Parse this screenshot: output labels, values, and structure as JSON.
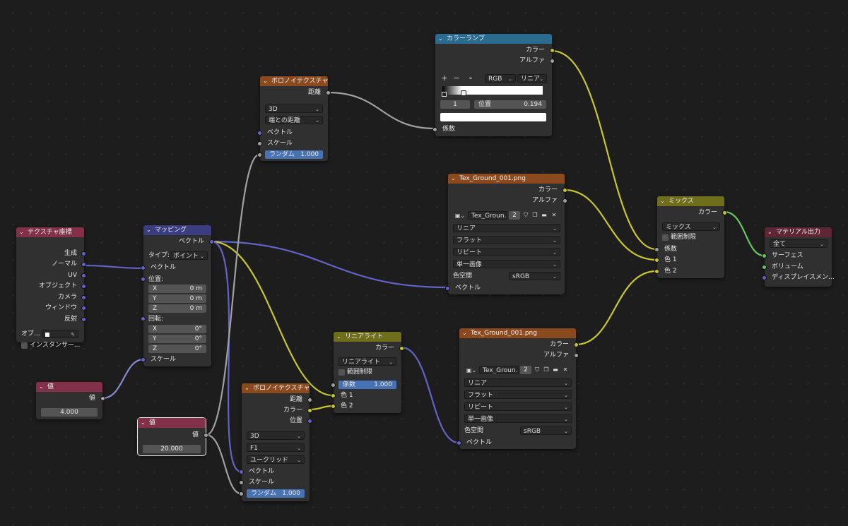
{
  "colors": {
    "input_header": "#83314a",
    "converter_header": "#3c3c83",
    "texture_header": "#8b4a1e",
    "color_header": "#6e6e1d",
    "output_header": "#5e2735",
    "ramp_header": "#2a6b8f",
    "link_yellow": "#c7c729",
    "link_gray": "#a1a1a1",
    "link_blue": "#6363c7",
    "link_green": "#63c763"
  },
  "texcoord": {
    "title": "テクスチャ座標",
    "outputs": [
      "生成",
      "ノーマル",
      "UV",
      "オブジェクト",
      "カメラ",
      "ウィンドウ",
      "反射"
    ],
    "object_label": "オブ...",
    "instancer_label": "インスタンサー..."
  },
  "value1": {
    "title": "値",
    "output": "値",
    "value": "4.000"
  },
  "value2": {
    "title": "値",
    "output": "値",
    "value": "20.000"
  },
  "mapping": {
    "title": "マッピング",
    "output": "ベクトル",
    "type_label": "タイプ:",
    "type_value": "ポイント",
    "vector": "ベクトル",
    "location": "位置:",
    "rotation": "回転:",
    "scale": "スケール",
    "loc": [
      {
        "axis": "X",
        "value": "0 m"
      },
      {
        "axis": "Y",
        "value": "0 m"
      },
      {
        "axis": "Z",
        "value": "0 m"
      }
    ],
    "rot": [
      {
        "axis": "X",
        "value": "0°"
      },
      {
        "axis": "Y",
        "value": "0°"
      },
      {
        "axis": "Z",
        "value": "0°"
      }
    ]
  },
  "voronoi1": {
    "title": "ボロノイテクスチャ",
    "output_distance": "距離",
    "dim": "3D",
    "feature": "端との距離",
    "vector": "ベクトル",
    "scale": "スケール",
    "random_label": "ランダム",
    "random_value": "1.000"
  },
  "voronoi2": {
    "title": "ボロノイテクスチャ",
    "output_distance": "距離",
    "output_color": "カラー",
    "output_position": "位置",
    "dim": "3D",
    "feature": "F1",
    "metric": "ユークリッド",
    "vector": "ベクトル",
    "scale": "スケール",
    "random_label": "ランダム",
    "random_value": "1.000"
  },
  "colorramp": {
    "title": "カラーランプ",
    "out_color": "カラー",
    "out_alpha": "アルファ",
    "add": "+",
    "remove": "−",
    "menu": "⌄",
    "mode": "RGB",
    "interp": "リニア",
    "index": "1",
    "pos_label": "位置",
    "pos_value": "0.194",
    "fac": "係数"
  },
  "image1": {
    "title": "Tex_Ground_001.png",
    "out_color": "カラー",
    "out_alpha": "アルファ",
    "image_name": "Tex_Groun...",
    "users": "2",
    "interp": "リニア",
    "proj": "フラット",
    "ext": "リピート",
    "source": "単一画像",
    "colorspace_label": "色空間",
    "colorspace": "sRGB",
    "vector": "ベクトル"
  },
  "image2": {
    "title": "Tex_Ground_001.png",
    "out_color": "カラー",
    "out_alpha": "アルファ",
    "image_name": "Tex_Groun...",
    "users": "2",
    "interp": "リニア",
    "proj": "フラット",
    "ext": "リピート",
    "source": "単一画像",
    "colorspace_label": "色空間",
    "colorspace": "sRGB",
    "vector": "ベクトル"
  },
  "linearlight": {
    "title": "リニアライト",
    "output": "カラー",
    "blend": "リニアライト",
    "clamp": "範囲制限",
    "fac_label": "係数",
    "fac_value": "1.000",
    "color1": "色 1",
    "color2": "色 2"
  },
  "mix": {
    "title": "ミックス",
    "output": "カラー",
    "blend": "ミックス",
    "clamp": "範囲制限",
    "fac": "係数",
    "color1": "色 1",
    "color2": "色 2"
  },
  "matout": {
    "title": "マテリアル出力",
    "target": "全て",
    "surface": "サーフェス",
    "volume": "ボリューム",
    "displacement": "ディスプレイスメン..."
  }
}
